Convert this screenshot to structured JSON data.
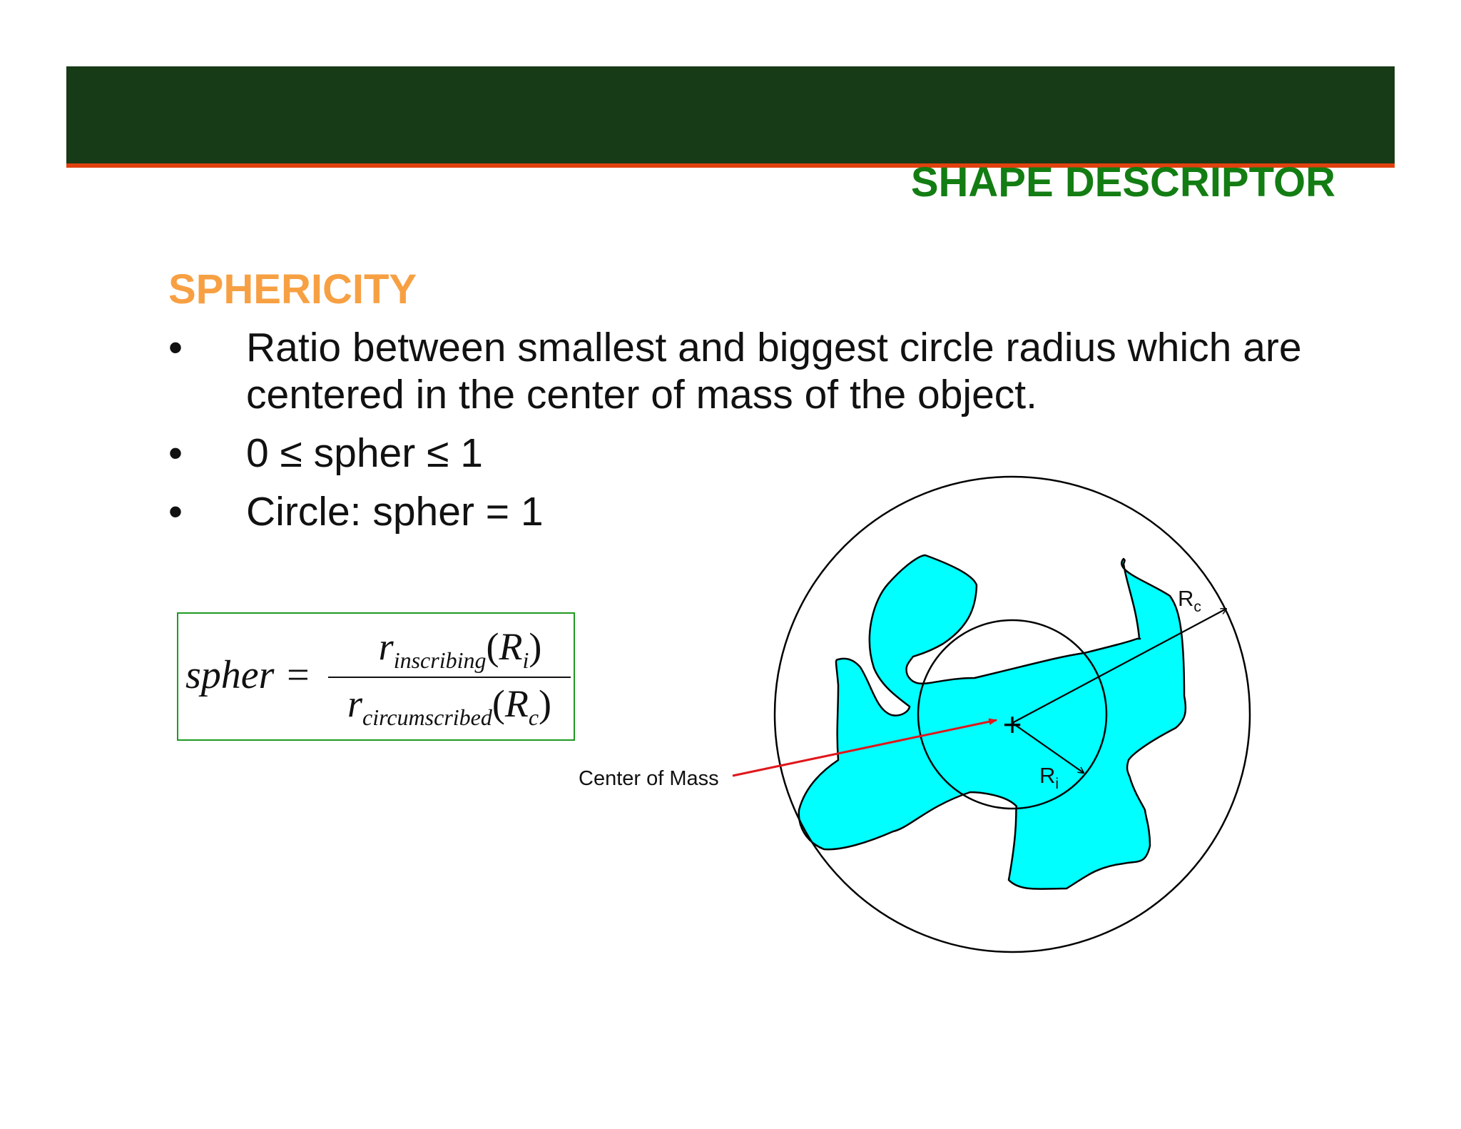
{
  "slide": {
    "title": "SHAPE DESCRIPTOR",
    "section_heading": "SPHERICITY",
    "bullets": [
      {
        "marker": "•",
        "text": "Ratio between smallest and biggest circle radius which are centered in the center of mass of the object."
      },
      {
        "marker": "•",
        "text": "0 ≤ spher ≤ 1"
      },
      {
        "marker": "•",
        "text": "Circle: spher = 1"
      }
    ]
  },
  "formula": {
    "lhs": "spher =",
    "numerator": {
      "r": "r",
      "subscript": "inscribing",
      "open": "(",
      "R": "R",
      "R_subscript": "i",
      "close": ")"
    },
    "denominator": {
      "r": "r",
      "subscript": "circumscribed",
      "open": "(",
      "R": "R",
      "R_subscript": "c",
      "close": ")"
    }
  },
  "diagram": {
    "center_of_mass_label": "Center of Mass",
    "center_marker": "+",
    "inscribed_radius_label": {
      "base": "R",
      "subscript": "i"
    },
    "circumscribed_radius_label": {
      "base": "R",
      "subscript": "c"
    },
    "shape_fill_color": "#00ffff",
    "pointer_arrow_color": "#e0161b"
  },
  "colors": {
    "header_band": "#173a17",
    "header_rule": "#e0410f",
    "title": "#137d13",
    "section_heading": "#f7a043",
    "formula_border": "#1f9a1f"
  }
}
